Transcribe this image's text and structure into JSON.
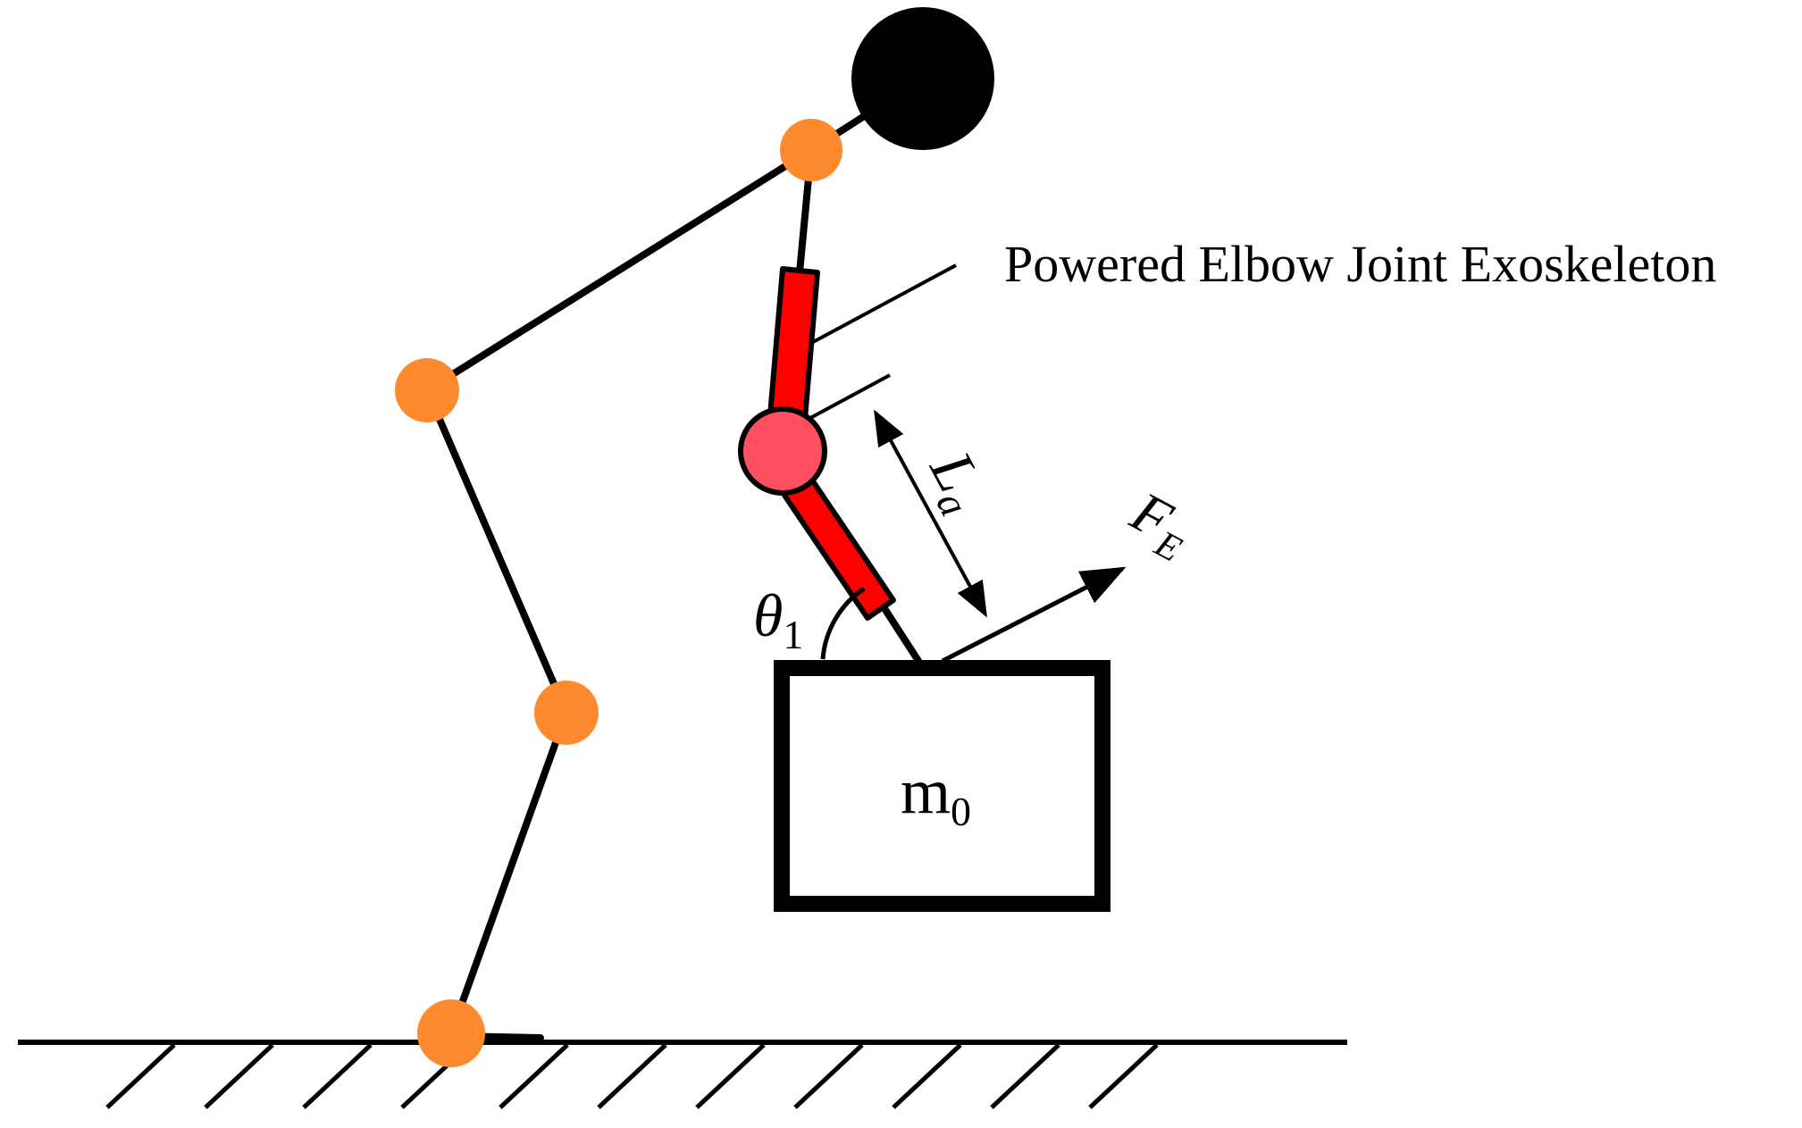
{
  "labels": {
    "exoskeleton": "Powered Elbow Joint Exoskeleton",
    "length_symbol": "L",
    "length_subscript": "a",
    "force_symbol": "F",
    "force_subscript": "E",
    "angle_symbol": "θ",
    "angle_subscript": "1",
    "mass_symbol": "m",
    "mass_subscript": "0"
  },
  "colors": {
    "line": "#000000",
    "joint": "#fd8a2e",
    "exoskeleton": "#ff0000",
    "elbow_joint": "#ff5061",
    "head": "#000000",
    "background": "#ffffff"
  }
}
